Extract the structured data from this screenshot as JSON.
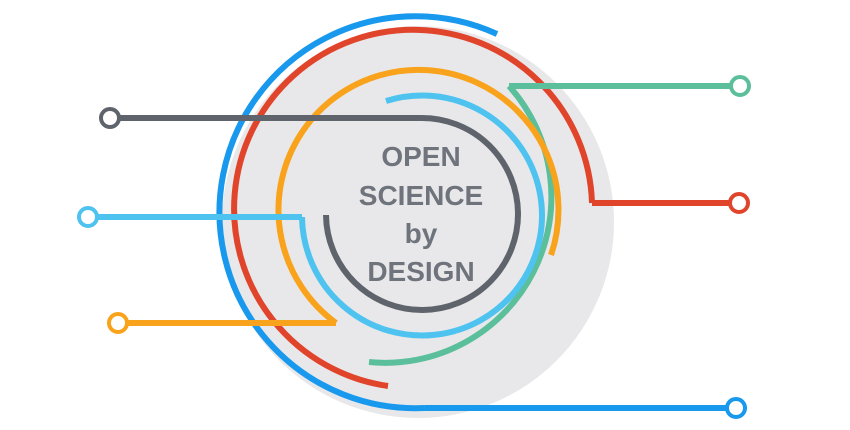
{
  "logo": {
    "title_lines": [
      "OPEN",
      "SCIENCE",
      "by",
      "DESIGN"
    ]
  },
  "colors": {
    "background_disc": "#e8e8ea",
    "text": "#6f737b",
    "gray_track": "#5f646c",
    "light_blue_track": "#4fc3f0",
    "orange_track": "#f9a21b",
    "green_track": "#5bbf9b",
    "red_track": "#e0442b",
    "blue_track": "#1899ee"
  }
}
